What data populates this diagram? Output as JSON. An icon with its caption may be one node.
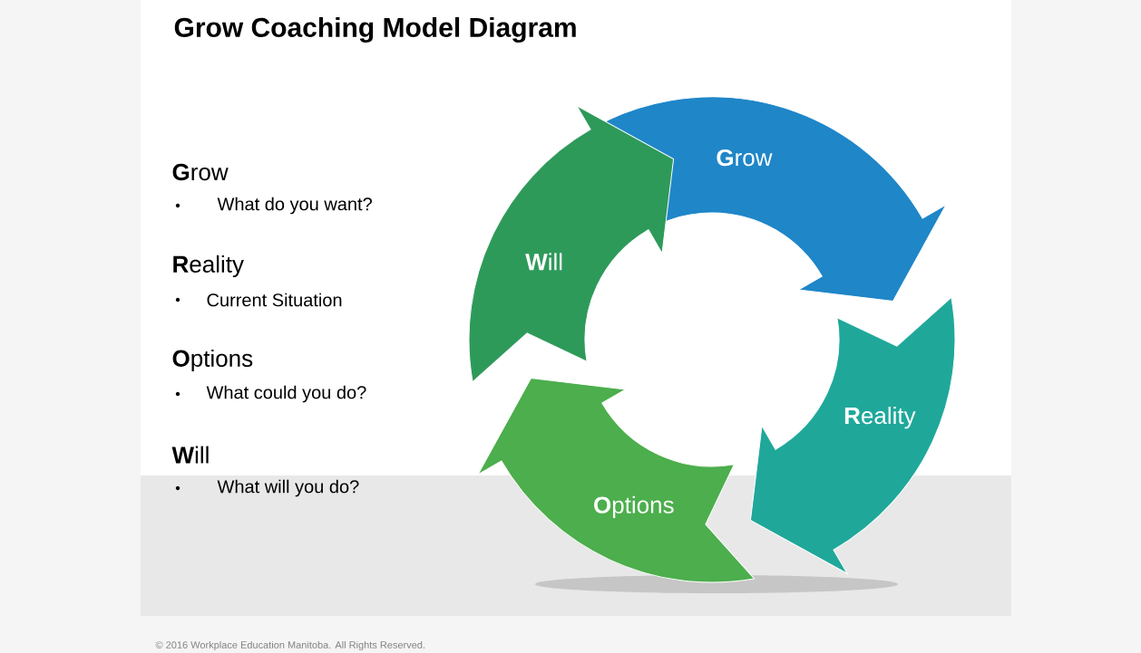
{
  "diagram": {
    "title": "Grow Coaching Model Diagram",
    "nodes": [
      {
        "text": [
          "**G**row"
        ]
      },
      {
        "text": [
          "**R**eality"
        ]
      },
      {
        "text": [
          "**O**ptions"
        ]
      },
      {
        "text": [
          "**W**ill"
        ]
      }
    ],
    "labels": [
      "**G**row",
      "What do you want?",
      "**R**eality",
      "Current Situation",
      "**O**ptions",
      "What could you do?",
      "**W**ill",
      "What will you do?",
      "© 2016 Workplace Education Manitoba. All Rights Reserved."
    ]
  }
}
